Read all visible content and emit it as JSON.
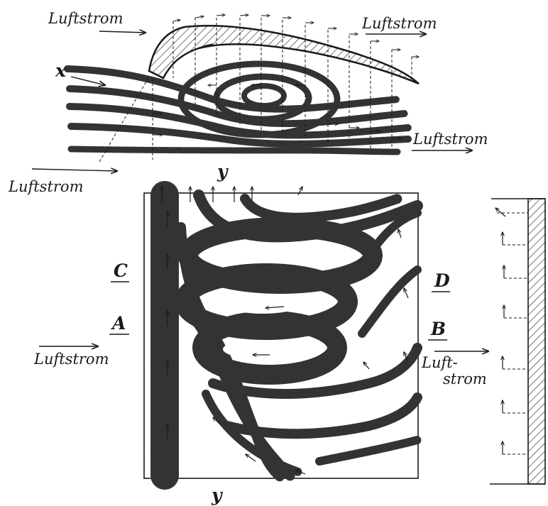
{
  "figure": {
    "flow_labels": {
      "top_left": "Luftstrom",
      "top_right": "Luftstrom",
      "mid_right": "Luftstrom",
      "left": "Luftstrom",
      "left_lower": "Luftstrom",
      "right_lower_1": "Luft-",
      "right_lower_2": "strom"
    },
    "section_letters": {
      "x": "x",
      "y_top": "y",
      "y_bottom": "y",
      "c": "C",
      "d": "D",
      "a": "A",
      "b": "B"
    },
    "colors": {
      "ink": "#1a1a1a",
      "paper": "#ffffff"
    }
  }
}
